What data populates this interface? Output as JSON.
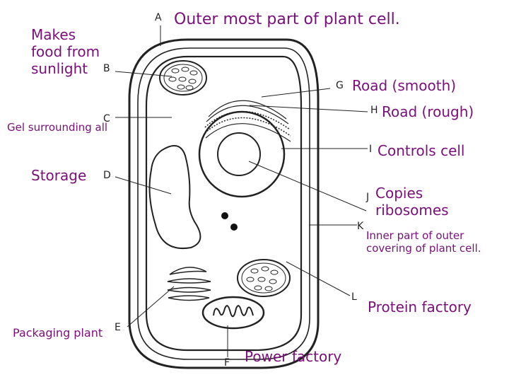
{
  "letters": [
    "A",
    "B",
    "C",
    "D",
    "E",
    "F",
    "G",
    "H",
    "I",
    "J",
    "K",
    "L"
  ],
  "descriptions": {
    "A": "Outer most part of plant cell.",
    "B": "Makes\nfood from\nsunlight",
    "C": "Gel surrounding all",
    "D": "Storage",
    "E": "Packaging plant",
    "F": "Power factory",
    "G": "Road (smooth)",
    "H": "Road (rough)",
    "I": "Controls cell",
    "J": "Copies\nribosomes",
    "K": "Inner part of outer\ncovering of plant cell.",
    "L": "Protein factory"
  },
  "colors": {
    "label_text": "#7a0f7a",
    "outline": "#222222",
    "letter": "#222222"
  }
}
